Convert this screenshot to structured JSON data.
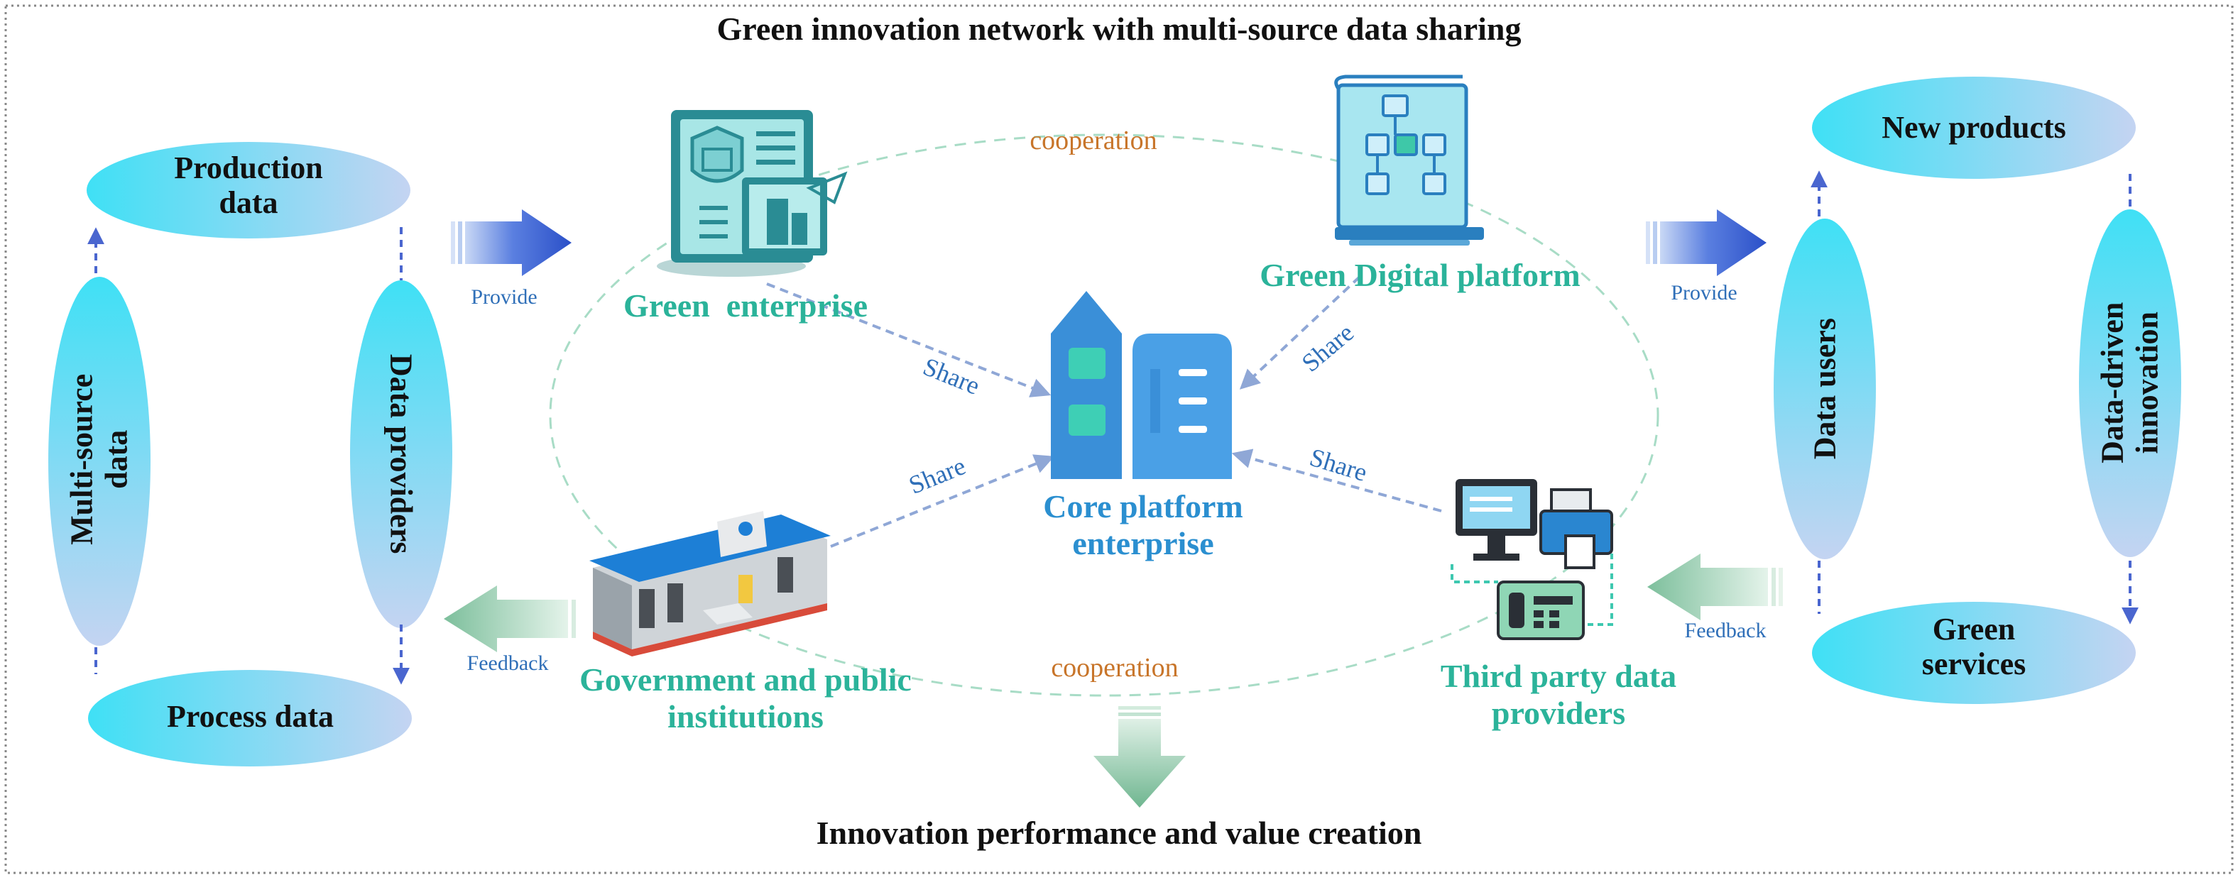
{
  "title": "Green innovation network with multi-source data sharing",
  "bottom_title": "Innovation performance and value creation",
  "left_cycle": {
    "production_data": "Production data",
    "process_data": "Process data",
    "multi_source_data": "Multi-source data",
    "data_providers": "Data providers"
  },
  "right_cycle": {
    "new_products": "New products",
    "green_services": "Green services",
    "data_users": "Data users",
    "data_driven_innovation": "Data-driven innovation"
  },
  "arrows": {
    "provide_left": "Provide",
    "provide_right": "Provide",
    "feedback_left": "Feedback",
    "feedback_right": "Feedback"
  },
  "network": {
    "green_enterprise": "Green  enterprise",
    "green_digital_platform": "Green Digital platform",
    "core_platform": "Core platform enterprise",
    "government": "Government and public institutions",
    "third_party": "Third party data providers",
    "cooperation_top": "cooperation",
    "cooperation_bottom": "cooperation",
    "share_1": "Share",
    "share_2": "Share",
    "share_3": "Share",
    "share_4": "Share"
  },
  "colors": {
    "ellipse_fill_start": "#3fe0f5",
    "ellipse_fill_end": "#b8d2f2",
    "teal_text": "#2bb39a",
    "blue_text": "#2b8fd0",
    "share_text": "#2f6fb8",
    "cooperation_text": "#c8752a",
    "provide_arrow": "#3d63d6",
    "feedback_arrow": "#8cc9ad"
  }
}
